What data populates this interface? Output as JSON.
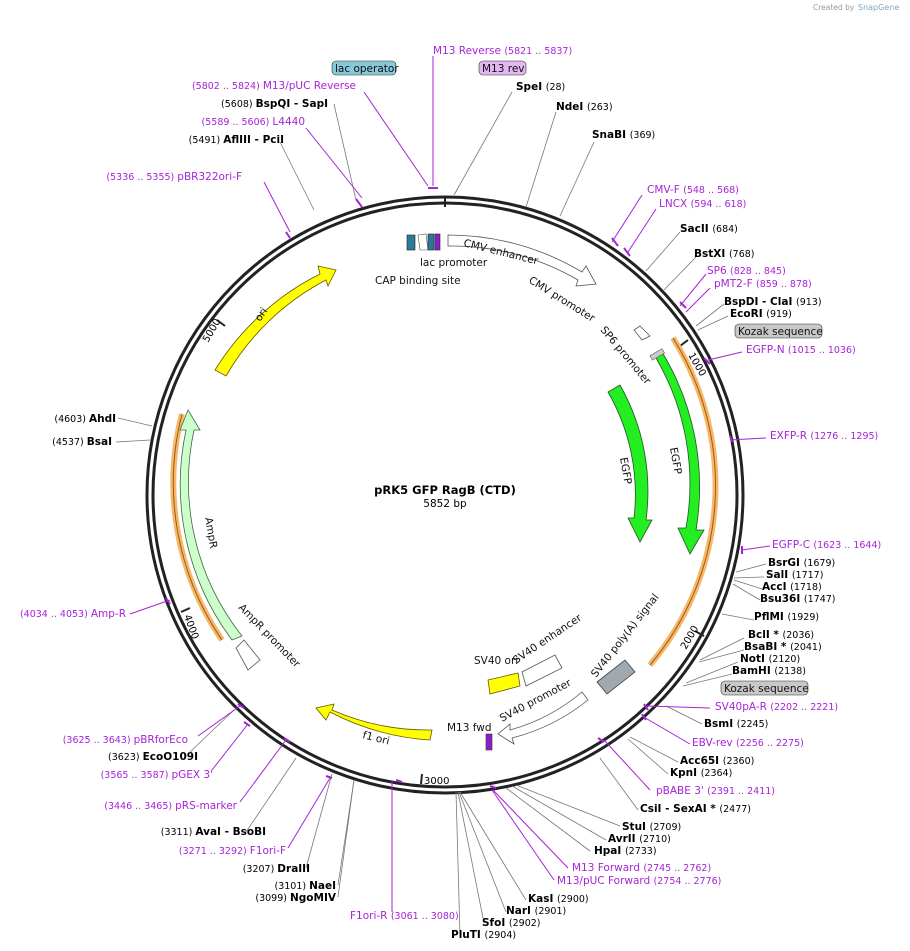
{
  "credit": {
    "text": "Created by",
    "brand": "SnapGene"
  },
  "plasmid": {
    "name": "pRK5  GFP RagB (CTD)",
    "length": "5852 bp"
  },
  "ticks": [
    "1000",
    "2000",
    "3000",
    "4000",
    "5000"
  ],
  "enzymes": [
    {
      "name": "SpeI",
      "pos": "(28)"
    },
    {
      "name": "NdeI",
      "pos": "(263)"
    },
    {
      "name": "SnaBI",
      "pos": "(369)"
    },
    {
      "name": "SacII",
      "pos": "(684)"
    },
    {
      "name": "BstXI",
      "pos": "(768)"
    },
    {
      "name": "BspDI   - ClaI",
      "pos": "(913)"
    },
    {
      "name": "EcoRI",
      "pos": "(919)"
    },
    {
      "name": "BsrGI",
      "pos": "(1679)"
    },
    {
      "name": "SalI",
      "pos": "(1717)"
    },
    {
      "name": "AccI",
      "pos": "(1718)"
    },
    {
      "name": "Bsu36I",
      "pos": "(1747)"
    },
    {
      "name": "PflMI",
      "pos": "(1929)"
    },
    {
      "name": "BclI *",
      "pos": "(2036)"
    },
    {
      "name": "BsaBI *",
      "pos": "(2041)"
    },
    {
      "name": "NotI",
      "pos": "(2120)"
    },
    {
      "name": "BamHI",
      "pos": "(2138)"
    },
    {
      "name": "BsmI",
      "pos": "(2245)"
    },
    {
      "name": "Acc65I",
      "pos": "(2360)"
    },
    {
      "name": "KpnI",
      "pos": "(2364)"
    },
    {
      "name": "CsiI   - SexAI *",
      "pos": "(2477)"
    },
    {
      "name": "StuI",
      "pos": "(2709)"
    },
    {
      "name": "AvrII",
      "pos": "(2710)"
    },
    {
      "name": "HpaI",
      "pos": "(2733)"
    },
    {
      "name": "KasI",
      "pos": "(2900)"
    },
    {
      "name": "NarI",
      "pos": "(2901)"
    },
    {
      "name": "SfoI",
      "pos": "(2902)"
    },
    {
      "name": "PluTI",
      "pos": "(2904)"
    },
    {
      "name": "NaeI",
      "pos": "(3101)"
    },
    {
      "name": "NgoMIV",
      "pos": "(3099)"
    },
    {
      "name": "DraIII",
      "pos": "(3207)"
    },
    {
      "name": "AvaI   - BsoBI",
      "pos": "(3311)"
    },
    {
      "name": "EcoO109I",
      "pos": "(3623)"
    },
    {
      "name": "BsaI",
      "pos": "(4537)"
    },
    {
      "name": "AhdI",
      "pos": "(4603)"
    },
    {
      "name": "AflIII   - PciI",
      "pos": "(5491)"
    },
    {
      "name": "BspQI   - SapI",
      "pos": "(5608)"
    }
  ],
  "primers": [
    {
      "name": "M13 Reverse",
      "range": "(5821 .. 5837)"
    },
    {
      "name": "M13/pUC Reverse",
      "range": "(5802 .. 5824)"
    },
    {
      "name": "L4440",
      "range": "(5589 .. 5606)"
    },
    {
      "name": "pBR322ori-F",
      "range": "(5336 .. 5355)"
    },
    {
      "name": "CMV-F",
      "range": "(548 .. 568)"
    },
    {
      "name": "LNCX",
      "range": "(594 .. 618)"
    },
    {
      "name": "SP6",
      "range": "(828 .. 845)"
    },
    {
      "name": "pMT2-F",
      "range": "(859 .. 878)"
    },
    {
      "name": "EGFP-N",
      "range": "(1015 .. 1036)"
    },
    {
      "name": "EXFP-R",
      "range": "(1276 .. 1295)"
    },
    {
      "name": "EGFP-C",
      "range": "(1623 .. 1644)"
    },
    {
      "name": "SV40pA-R",
      "range": "(2202 .. 2221)"
    },
    {
      "name": "EBV-rev",
      "range": "(2256 .. 2275)"
    },
    {
      "name": "pBABE 3'",
      "range": "(2391 .. 2411)"
    },
    {
      "name": "M13 Forward",
      "range": "(2745 .. 2762)"
    },
    {
      "name": "M13/pUC Forward",
      "range": "(2754 .. 2776)"
    },
    {
      "name": "F1ori-R",
      "range": "(3061 .. 3080)"
    },
    {
      "name": "F1ori-F",
      "range": "(3271 .. 3292)"
    },
    {
      "name": "pRS-marker",
      "range": "(3446 .. 3465)"
    },
    {
      "name": "pGEX 3'",
      "range": "(3565 .. 3587)"
    },
    {
      "name": "pBRforEco",
      "range": "(3625 .. 3643)"
    },
    {
      "name": "Amp-R",
      "range": "(4034 .. 4053)"
    }
  ],
  "features": {
    "lac_operator": "lac operator",
    "m13_rev": "M13 rev",
    "kozak_1": "Kozak sequence",
    "kozak_2": "Kozak sequence",
    "cmv_enhancer": "CMV enhancer",
    "cmv_promoter": "CMV promoter",
    "lac_promoter": "lac promoter",
    "cap_site": "CAP binding site",
    "sp6_promoter": "SP6 promoter",
    "egfp_inner": "EGFP",
    "egfp_outer": "EGFP",
    "ori": "ori",
    "ampr": "AmpR",
    "ampr_promoter": "AmpR promoter",
    "f1_ori": "f1 ori",
    "sv40_ori": "SV40 ori",
    "sv40_enhancer": "SV40 enhancer",
    "sv40_promoter": "SV40 promoter",
    "sv40_polya": "SV40 poly(A) signal",
    "m13_fwd": "M13 fwd"
  },
  "colors": {
    "backbone": "#222222",
    "primer": "#a524d6",
    "egfp": "#22ee22",
    "ori": "#ffff00",
    "ampr": "#ccffcc",
    "orf_highlight": "#f5b86a",
    "polya": "#a0a8b0",
    "lac_operator": "#88c8d8"
  }
}
